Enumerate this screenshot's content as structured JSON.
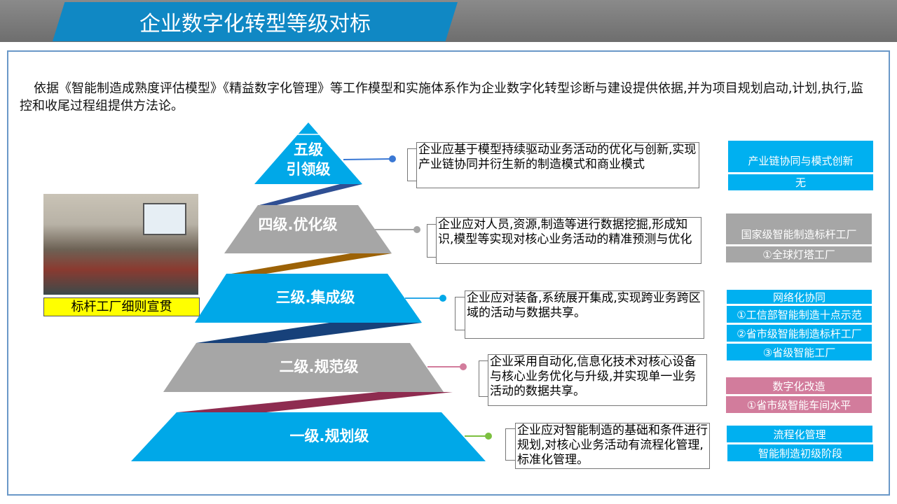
{
  "title": "企业数字化转型等级对标",
  "intro": "依据《智能制造成熟度评估模型》《精益数字化管理》等工作模型和实施体系作为企业数字化转型诊断与建设提供依据,并为项目规划启动,计划,执行,监控和收尾过程组提供方法论。",
  "photo_caption": "标杆工厂细则宣贯",
  "levels": [
    {
      "name_l1": "五级",
      "name_l2": "引领级",
      "desc": "企业应基于模型持续驱动业务活动的优化与创新,实现产业链协同并衍生新的制造模式和商业模式",
      "tags": [
        "产业链协同与模式创新",
        "无"
      ]
    },
    {
      "name": "四级.优化级",
      "desc": "企业应对人员,资源,制造等进行数据挖掘,形成知识,模型等实现对核心业务活动的精准预测与优化",
      "tags": [
        "国家级智能制造标杆工厂",
        "①全球灯塔工厂"
      ]
    },
    {
      "name": "三级.集成级",
      "desc": "企业应对装备,系统展开集成,实现跨业务跨区域的活动与数据共享。",
      "tags": [
        "网络化协同",
        "①工信部智能制造十点示范",
        "②省市级智能制造标杆工厂",
        "③省级智能工厂"
      ]
    },
    {
      "name": "二级.规范级",
      "desc": "企业采用自动化,信息化技术对核心设备与核心业务优化与升级,并实现单一业务活动的数据共享。",
      "tags": [
        "数字化改造",
        "①省市级智能车间水平"
      ]
    },
    {
      "name": "一级.规划级",
      "desc": "企业应对智能制造的基础和条件进行规划,对核心业务活动有流程化管理,标准化管理。",
      "tags": [
        "流程化管理",
        "智能制造初级阶段"
      ]
    }
  ],
  "colors": {
    "blue": "#00b0f0",
    "gray": "#a6a6a6",
    "pink": "#d27c9c",
    "header": "#1088c4"
  }
}
